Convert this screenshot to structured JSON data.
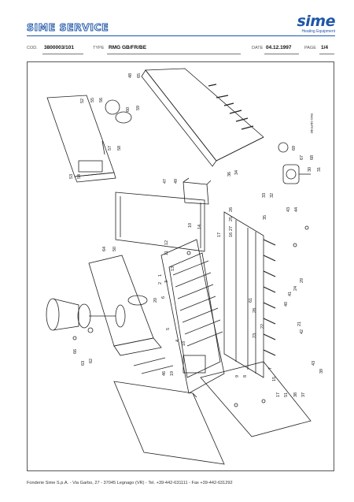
{
  "header": {
    "title": "SIME SERVICE",
    "logo": {
      "wordmark": "sime",
      "tagline": "Heating Equipment"
    },
    "accent_color": "#1f57a8"
  },
  "info": {
    "cod_label": "COD.",
    "cod_value": "3800003/101",
    "type_label": "TYPE",
    "type_value": "RMG GB/FR/BE",
    "date_label": "DATE",
    "date_value": "04.12.1997",
    "page_label": "PAGE",
    "page_value": "1/4"
  },
  "drawing": {
    "stamp": "RMG GB/FR/BE",
    "part_numbers": [
      "48",
      "65",
      "52",
      "55",
      "56",
      "60",
      "59",
      "57",
      "58",
      "53",
      "54",
      "36",
      "34",
      "47",
      "49",
      "69",
      "67",
      "68",
      "30",
      "31",
      "33",
      "32",
      "35",
      "43",
      "44",
      "26",
      "25",
      "27",
      "16",
      "17",
      "10",
      "14",
      "12",
      "11",
      "64",
      "50",
      "13",
      "3",
      "20",
      "6",
      "2",
      "1",
      "29",
      "24",
      "41",
      "40",
      "61",
      "28",
      "22",
      "23",
      "21",
      "42",
      "5",
      "4",
      "18",
      "7",
      "15",
      "9",
      "8",
      "17",
      "51",
      "38",
      "37",
      "39",
      "43",
      "66",
      "63",
      "62",
      "46",
      "19"
    ]
  },
  "footer": {
    "text": "Fonderie Sime S.p.A. - Via Garbo, 27 - 37045 Legnago (VR) - Tel. +39-442-631111 - Fax +39-442-631292"
  }
}
